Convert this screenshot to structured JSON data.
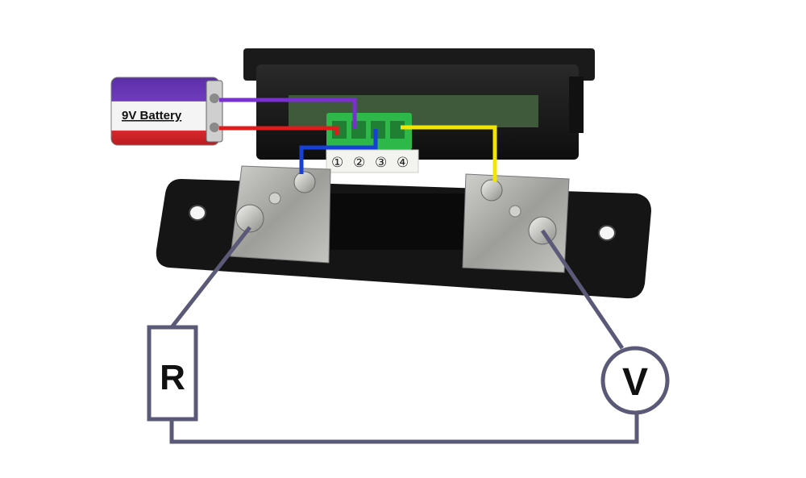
{
  "battery": {
    "label": "9V Battery"
  },
  "terminal": {
    "pins": [
      "①",
      "②",
      "③",
      "④"
    ]
  },
  "resistor": {
    "label": "R"
  },
  "voltmeter": {
    "label": "V"
  },
  "colors": {
    "purple_wire": "#7a2fd0",
    "red_wire": "#e01b1b",
    "blue_wire": "#1640d6",
    "yellow_wire": "#f2e600",
    "circuit_wire": "#5a5a78",
    "terminal_block": "#2fb84a",
    "meter_body": "#1b1b1b",
    "shunt_base": "#141414",
    "shunt_metal": "#a9a9a6"
  }
}
